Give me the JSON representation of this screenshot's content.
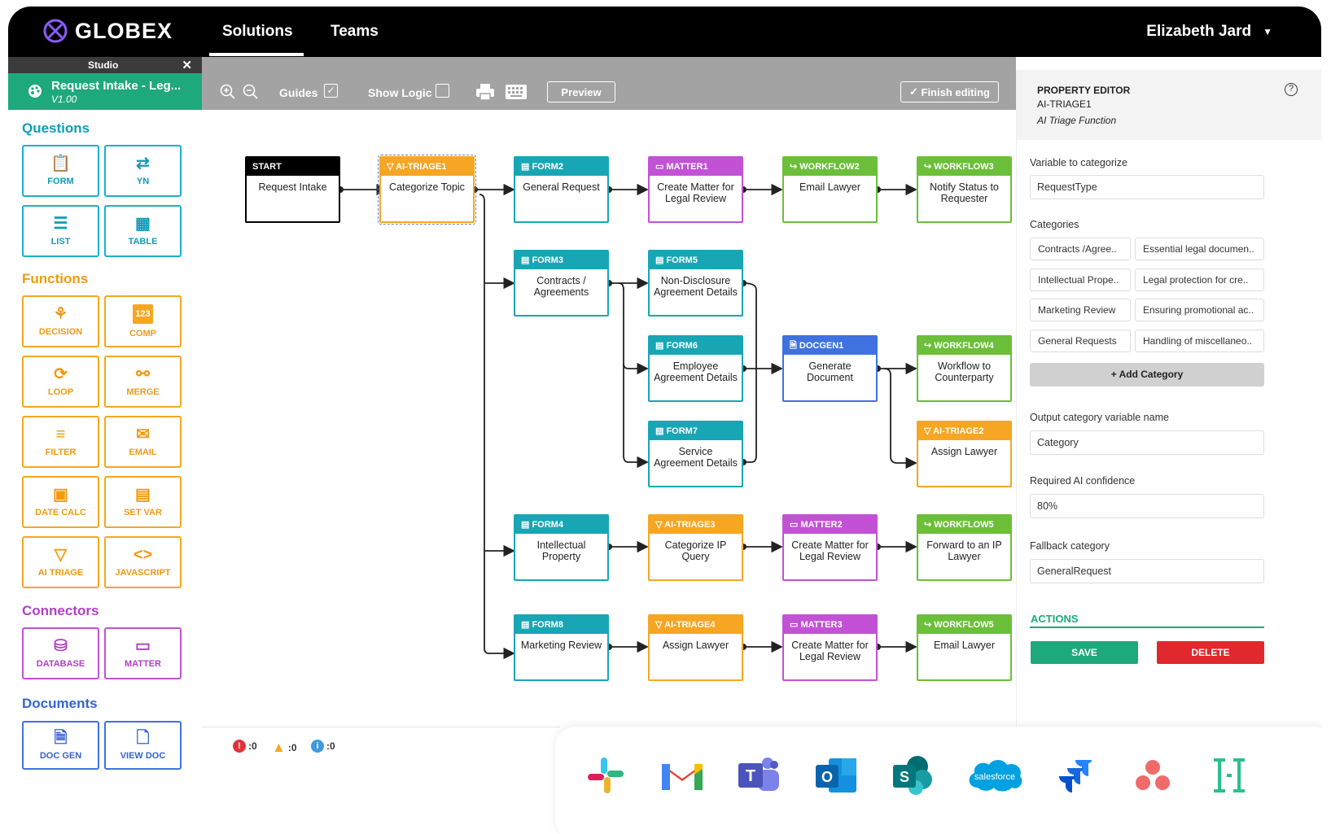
{
  "header": {
    "brand": "GLOBEX",
    "tabs": [
      {
        "label": "Solutions",
        "active": true
      },
      {
        "label": "Teams",
        "active": false
      }
    ],
    "user": "Elizabeth Jard"
  },
  "studio": {
    "label": "Studio",
    "request_title": "Request Intake - Leg...",
    "version": "V1.00"
  },
  "toolbar": {
    "guides_label": "Guides",
    "guides_checked": true,
    "show_logic_label": "Show Logic",
    "show_logic_checked": false,
    "preview_label": "Preview",
    "finish_label": "Finish editing"
  },
  "sidebar": {
    "questions": {
      "title": "Questions",
      "items": [
        "FORM",
        "YN",
        "LIST",
        "TABLE"
      ]
    },
    "functions": {
      "title": "Functions",
      "items": [
        "DECISION",
        "COMP",
        "LOOP",
        "MERGE",
        "FILTER",
        "EMAIL",
        "DATE CALC",
        "SET VAR",
        "AI TRIAGE",
        "JAVASCRIPT"
      ]
    },
    "connectors": {
      "title": "Connectors",
      "items": [
        "DATABASE",
        "MATTER"
      ]
    },
    "documents": {
      "title": "Documents",
      "items": [
        "DOC GEN",
        "VIEW DOC"
      ]
    }
  },
  "nodes": {
    "start": {
      "head": "START",
      "body": "Request Intake"
    },
    "triage1": {
      "head": "AI-TRIAGE1",
      "body": "Categorize Topic"
    },
    "form2": {
      "head": "FORM2",
      "body": "General Request"
    },
    "matter1": {
      "head": "MATTER1",
      "body": "Create Matter for Legal Review"
    },
    "workflow2": {
      "head": "WORKFLOW2",
      "body": "Email Lawyer"
    },
    "workflow3": {
      "head": "WORKFLOW3",
      "body": "Notify Status to Requester"
    },
    "form3": {
      "head": "FORM3",
      "body": "Contracts / Agreements"
    },
    "form5": {
      "head": "FORM5",
      "body": "Non-Disclosure Agreement Details"
    },
    "form6": {
      "head": "FORM6",
      "body": "Employee Agreement Details"
    },
    "docgen1": {
      "head": "DOCGEN1",
      "body": "Generate Document"
    },
    "workflow4": {
      "head": "WORKFLOW4",
      "body": "Workflow to Counterparty"
    },
    "form7": {
      "head": "FORM7",
      "body": "Service Agreement Details"
    },
    "triage2": {
      "head": "AI-TRIAGE2",
      "body": "Assign Lawyer"
    },
    "form4": {
      "head": "FORM4",
      "body": "Intellectual Property"
    },
    "triage3": {
      "head": "AI-TRIAGE3",
      "body": "Categorize IP Query"
    },
    "matter2": {
      "head": "MATTER2",
      "body": "Create Matter for Legal Review"
    },
    "workflow5a": {
      "head": "WORKFLOW5",
      "body": "Forward to an IP Lawyer"
    },
    "form8": {
      "head": "FORM8",
      "body": "Marketing Review"
    },
    "triage4": {
      "head": "AI-TRIAGE4",
      "body": "Assign Lawyer"
    },
    "matter3": {
      "head": "MATTER3",
      "body": "Create Matter for Legal Review"
    },
    "workflow5b": {
      "head": "WORKFLOW5",
      "body": "Email Lawyer"
    }
  },
  "status": {
    "errors": ":0",
    "warnings": ":0",
    "info": ":0"
  },
  "property_editor": {
    "title": "PROPERTY EDITOR",
    "node_id": "AI-TRIAGE1",
    "node_type": "AI Triage Function",
    "variable_label": "Variable to categorize",
    "variable_value": "RequestType",
    "categories_label": "Categories",
    "categories": [
      {
        "name": "Contracts /Agree..",
        "desc": "Essential legal documen.."
      },
      {
        "name": "Intellectual Prope..",
        "desc": "Legal protection for cre.."
      },
      {
        "name": "Marketing Review",
        "desc": "Ensuring promotional ac.."
      },
      {
        "name": "General Requests",
        "desc": "Handling of miscellaneo.."
      }
    ],
    "add_category": "+ Add Category",
    "output_label": "Output category variable name",
    "output_value": "Category",
    "confidence_label": "Required AI confidence",
    "confidence_value": "80%",
    "fallback_label": "Fallback category",
    "fallback_value": "GeneralRequest",
    "actions_label": "ACTIONS",
    "save_label": "SAVE",
    "delete_label": "DELETE"
  },
  "integrations": [
    "slack-icon",
    "gmail-icon",
    "teams-icon",
    "outlook-icon",
    "sharepoint-icon",
    "salesforce-icon",
    "jira-icon",
    "asana-icon",
    "contract-logo-icon"
  ],
  "integration_text": {
    "salesforce": "salesforce"
  },
  "colors": {
    "accent_green": "#1ea97c",
    "form": "#18a6b5",
    "triage": "#f6a623",
    "matter": "#c351d6",
    "workflow": "#6bbf39",
    "docgen": "#3f72e0",
    "delete": "#e0282e"
  }
}
